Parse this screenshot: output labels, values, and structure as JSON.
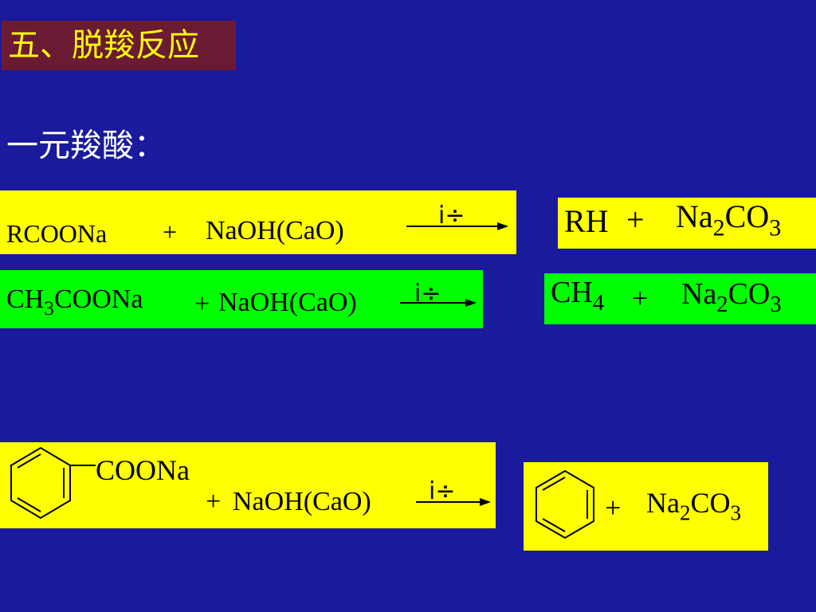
{
  "title": "五、脱羧反应",
  "subtitle": "一元羧酸：",
  "reaction1": {
    "reactant": "RCOONa",
    "plus": "+",
    "reagent": "NaOH(CaO)",
    "condition": "i÷",
    "product_main": "RH",
    "product_plus": "+",
    "product_salt_pre": "Na",
    "product_salt_sub1": "2",
    "product_salt_mid": "CO",
    "product_salt_sub2": "3"
  },
  "reaction2": {
    "reactant_pre": "CH",
    "reactant_sub": "3",
    "reactant_post": "COONa",
    "plus": "+",
    "reagent": "NaOH(CaO)",
    "condition": "i÷",
    "product_pre": "CH",
    "product_sub": "4",
    "product_plus": "+",
    "product_salt_pre": "Na",
    "product_salt_sub1": "2",
    "product_salt_mid": "CO",
    "product_salt_sub2": "3"
  },
  "reaction3": {
    "reactant_group": "COONa",
    "plus": "+",
    "reagent": "NaOH(CaO)",
    "condition": "i÷",
    "product_plus": "+",
    "product_salt_pre": "Na",
    "product_salt_sub1": "2",
    "product_salt_mid": "CO",
    "product_salt_sub2": "3"
  },
  "colors": {
    "background": "#1a1a9c",
    "title_bg": "#6b1a33",
    "title_text": "#ffff00",
    "yellow_box": "#ffff00",
    "green_box": "#00ff00"
  }
}
